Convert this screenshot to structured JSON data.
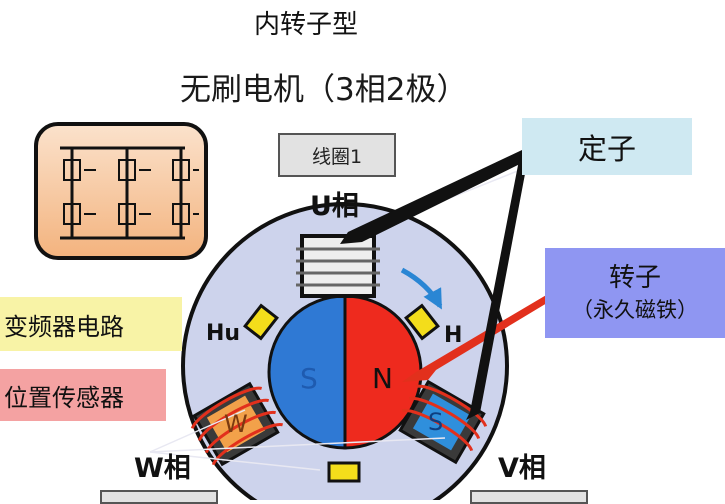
{
  "title": "内转子型",
  "subtitle": "无刷电机（3相2极）",
  "labels": {
    "coil1": "线圈1",
    "stator": "定子",
    "rotor_line1": "转子",
    "rotor_line2": "（永久磁铁）",
    "inverter": "变频器电路",
    "position_sensor": "位置传感器",
    "u_phase": "U相",
    "v_phase": "V相",
    "w_phase": "W相",
    "hu": "Hu",
    "hv_partial": "H",
    "rotor_s": "S",
    "rotor_n": "N",
    "pole_w": "W",
    "pole_s": "S"
  },
  "colors": {
    "housing": "#cdd3ec",
    "rotor_north": "#ee2a1e",
    "rotor_south": "#2f79d4",
    "hall_sensor": "#f3dd1b",
    "stator_box": "#cfe9f2",
    "rotor_box": "#8f96f2",
    "inverter_box": "#f8f3a6",
    "sensor_box": "#f4a2a2",
    "coil_red": "#e2301c",
    "pointer_arrow": "#111111",
    "rotation_arrow": "#2a86d4",
    "inverter_icon_bg": "#f6c49c"
  }
}
